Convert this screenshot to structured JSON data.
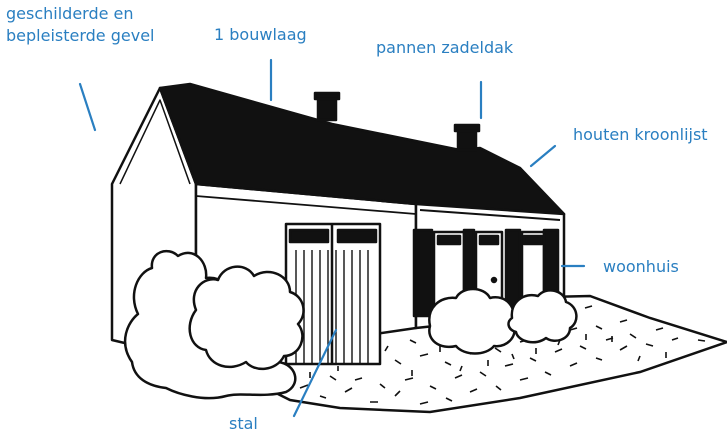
{
  "labels": {
    "gevel_line1": "geschilderde en",
    "gevel_line2": "bepleisterde gevel",
    "bouwlaag": "1 bouwlaag",
    "dak": "pannen zadeldak",
    "kroonlijst": "houten kroonlijst",
    "woonhuis": "woonhuis",
    "stal": "stal"
  },
  "colors": {
    "label": "#2a7fc1",
    "ink": "#111111",
    "paper": "#ffffff"
  }
}
